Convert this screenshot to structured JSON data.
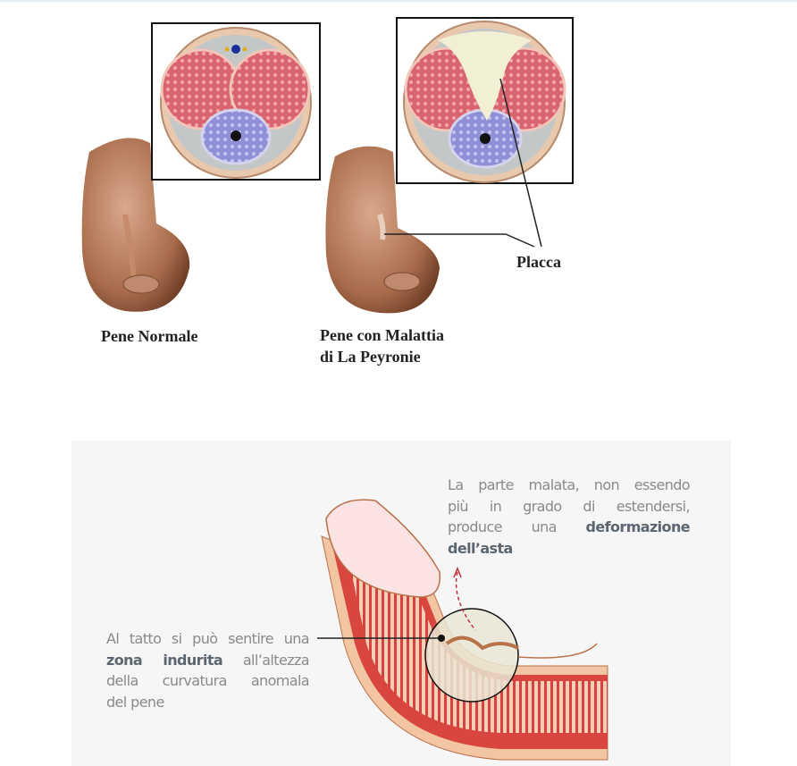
{
  "top_figure": {
    "label_normal": "Pene Normale",
    "label_peyronie_line1": "Pene con Malattia",
    "label_peyronie_line2": "di La Peyronie",
    "label_plaque": "Placca"
  },
  "bottom_figure": {
    "right_text": {
      "line1": "La parte malata,  non essendo",
      "line2": "più  in  grado  di  estendersi,",
      "line3_plain": "produce  una",
      "line3_bold": "deformazione",
      "line4_bold": "dell’asta"
    },
    "left_text": {
      "line1": "Al tatto si può sentire una",
      "line2_bold": "zona indurita",
      "line2_plain": "all’altezza",
      "line3": "della  curvatura  anomala",
      "line4": "del pene"
    }
  }
}
